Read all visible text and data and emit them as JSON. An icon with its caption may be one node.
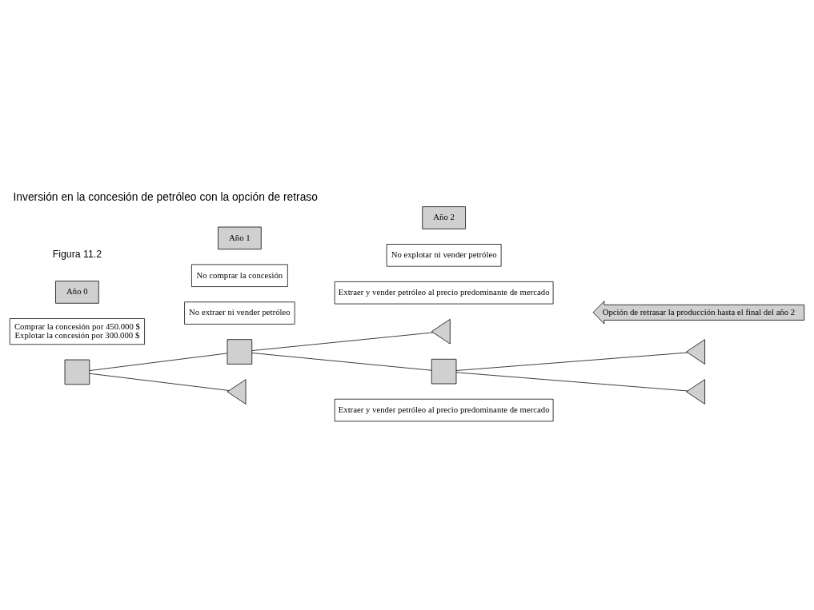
{
  "diagram": {
    "title": "Inversión en la concesión de petróleo con la opción de retraso",
    "nodes": [
      {
        "text": [
          "Extraer y vender petróleo al precio predominante de mercado"
        ]
      },
      {
        "text": [],
        "shape": "triangle"
      },
      {
        "text": [
          "Extraer y vender petróleo al precio predominante de mercado"
        ]
      },
      {
        "text": [
          "Comprar la concesión por 450.000 $",
          "Explotar la concesión por 300.000 $"
        ]
      },
      {
        "text": [],
        "shape": "box"
      },
      {
        "text": [],
        "shape": "triangle"
      },
      {
        "text": [],
        "shape": "box"
      },
      {
        "text": [
          "No extraer ni vender petróleo"
        ]
      },
      {
        "text": [],
        "shape": "box"
      },
      {
        "text": [
          "Opción de retrasar la producción hasta el final del año 2"
        ]
      },
      {
        "text": [],
        "shape": "triangle"
      },
      {
        "text": [],
        "shape": "triangle"
      },
      {
        "text": [
          "No comprar la concesión"
        ]
      },
      {
        "text": [
          "No explotar ni vender petróleo"
        ]
      },
      {
        "text": [
          "Año 0"
        ]
      },
      {
        "text": [
          "Año 1"
        ]
      },
      {
        "text": [
          "Año 2"
        ]
      }
    ],
    "edges": [
      {
        "from": 6,
        "to": 4,
        "arrow": "none"
      },
      {
        "from": 6,
        "to": 10,
        "arrow": "none"
      },
      {
        "from": 4,
        "to": 1,
        "arrow": "none"
      },
      {
        "from": 4,
        "to": 8,
        "arrow": "none"
      },
      {
        "from": 8,
        "to": 5,
        "arrow": "none"
      },
      {
        "from": 8,
        "to": 11,
        "arrow": "none"
      }
    ],
    "labels": [
      "Figura 11.2"
    ]
  }
}
